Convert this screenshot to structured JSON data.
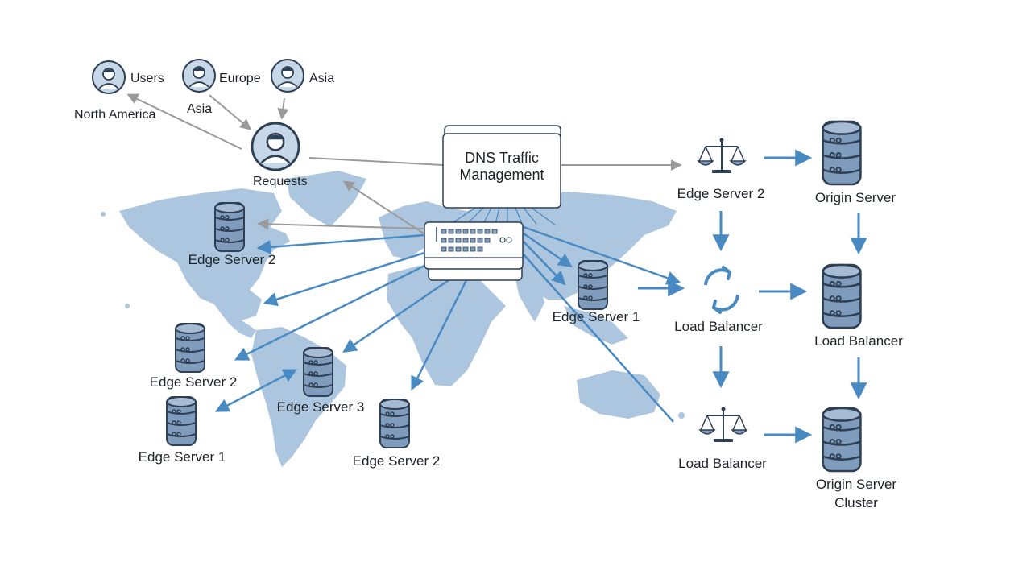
{
  "colors": {
    "map": "#a9c3de",
    "server_fill": "#7f9cbd",
    "server_stroke": "#2f3f54",
    "arrow_blue": "#4a8ac2",
    "arrow_gray": "#9a9a9a",
    "avatar_fill": "#c6d7e8",
    "text": "#1e2228"
  },
  "users": {
    "users_label": "Users",
    "europe_label": "Europe",
    "asia_label_top": "Asia",
    "north_america_label": "North America",
    "asia_label_left": "Asia",
    "requests_label": "Requests"
  },
  "dns": {
    "line1": "DNS Traffic",
    "line2": "Management"
  },
  "map_servers": {
    "na": "Edge Server 2",
    "asia": "Edge Server 1",
    "sa_left": "Edge Server 2",
    "sa_bottom_left": "Edge Server 1",
    "sa_center": "Edge Server 3",
    "africa_bottom": "Edge Server 2"
  },
  "right_panel": {
    "edge_top": "Edge Server 2",
    "origin_top": "Origin Server",
    "lb_middle": "Load Balancer",
    "lb_right": "Load Balancer",
    "lb_bottom": "Load Balancer",
    "cluster_line1": "Origin Server",
    "cluster_line2": "Cluster"
  },
  "icons": [
    "user-avatar-icon",
    "server-stack-icon",
    "balance-scale-icon",
    "refresh-cycle-icon",
    "dns-rack-icon"
  ]
}
